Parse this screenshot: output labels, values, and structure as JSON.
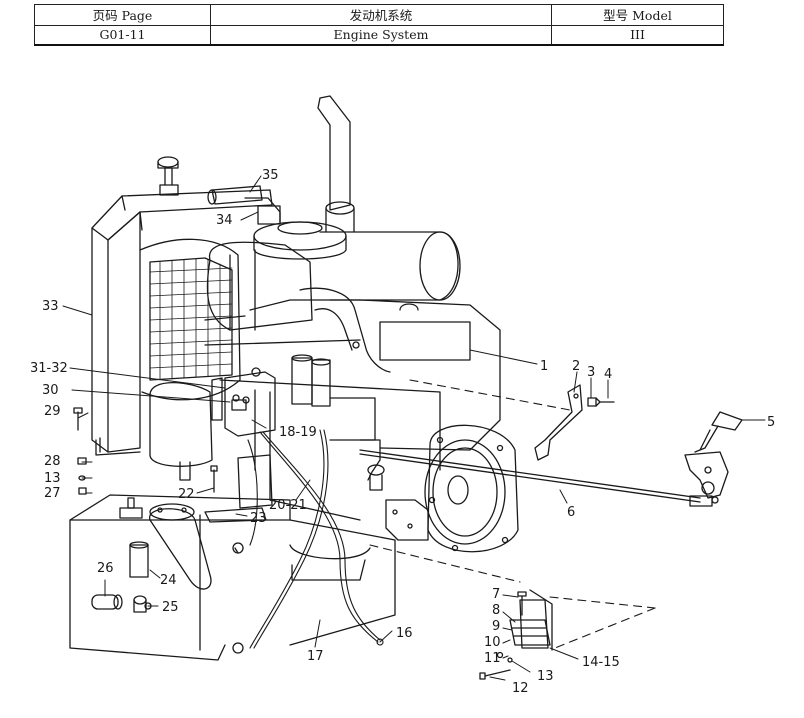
{
  "header": {
    "page_label": "页码 Page",
    "page_number": "G01-11",
    "title_cn": "发动机系统",
    "title_en": "Engine   System",
    "model_label": "型号   Model",
    "model_value": "III"
  },
  "callouts": {
    "c1": "1",
    "c2": "2",
    "c3": "3",
    "c4": "4",
    "c5": "5",
    "c6": "6",
    "c7": "7",
    "c8": "8",
    "c9": "9",
    "c10": "10",
    "c11": "11",
    "c12": "12",
    "c13a": "13",
    "c13b": "13",
    "c14_15": "14-15",
    "c16": "16",
    "c17": "17",
    "c18_19": "18-19",
    "c20_21": "20-21",
    "c22": "22",
    "c23": "23",
    "c24": "24",
    "c25": "25",
    "c26": "26",
    "c27": "27",
    "c28": "28",
    "c29": "29",
    "c30": "30",
    "c31_32": "31-32",
    "c33": "33",
    "c34": "34",
    "c35": "35"
  }
}
